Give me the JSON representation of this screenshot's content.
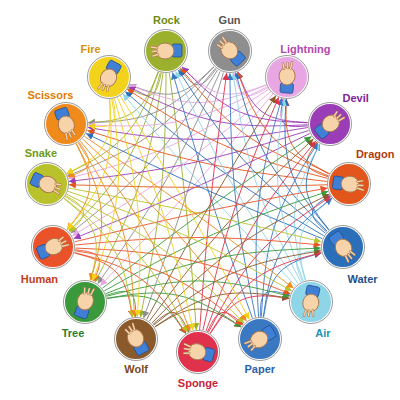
{
  "diagram": {
    "nodes": [
      {
        "text": [
          "Rock"
        ]
      },
      {
        "text": [
          "Gun"
        ]
      },
      {
        "text": [
          "Lightning"
        ]
      },
      {
        "text": [
          "Devil"
        ]
      },
      {
        "text": [
          "Dragon"
        ]
      },
      {
        "text": [
          "Water"
        ]
      },
      {
        "text": [
          "Air"
        ]
      },
      {
        "text": [
          "Paper"
        ]
      },
      {
        "text": [
          "Sponge"
        ]
      },
      {
        "text": [
          "Wolf"
        ]
      },
      {
        "text": [
          "Tree"
        ]
      },
      {
        "text": [
          "Human"
        ]
      },
      {
        "text": [
          "Snake"
        ]
      },
      {
        "text": [
          "Scissors"
        ]
      },
      {
        "text": [
          "Fire"
        ]
      }
    ],
    "edges": [
      {
        "from": 0,
        "to": 14,
        "arrow": "to"
      },
      {
        "from": 0,
        "to": 13,
        "arrow": "to"
      },
      {
        "from": 0,
        "to": 12,
        "arrow": "to"
      },
      {
        "from": 0,
        "to": 11,
        "arrow": "to"
      },
      {
        "from": 0,
        "to": 10,
        "arrow": "to"
      },
      {
        "from": 0,
        "to": 9,
        "arrow": "to"
      },
      {
        "from": 0,
        "to": 8,
        "arrow": "to"
      },
      {
        "from": 1,
        "to": 0,
        "arrow": "to"
      },
      {
        "from": 1,
        "to": 14,
        "arrow": "to"
      },
      {
        "from": 1,
        "to": 13,
        "arrow": "to"
      },
      {
        "from": 1,
        "to": 12,
        "arrow": "to"
      },
      {
        "from": 1,
        "to": 11,
        "arrow": "to"
      },
      {
        "from": 1,
        "to": 10,
        "arrow": "to"
      },
      {
        "from": 1,
        "to": 9,
        "arrow": "to"
      },
      {
        "from": 2,
        "to": 1,
        "arrow": "to"
      },
      {
        "from": 2,
        "to": 0,
        "arrow": "to"
      },
      {
        "from": 2,
        "to": 14,
        "arrow": "to"
      },
      {
        "from": 2,
        "to": 13,
        "arrow": "to"
      },
      {
        "from": 2,
        "to": 12,
        "arrow": "to"
      },
      {
        "from": 2,
        "to": 11,
        "arrow": "to"
      },
      {
        "from": 2,
        "to": 10,
        "arrow": "to"
      },
      {
        "from": 3,
        "to": 2,
        "arrow": "to"
      },
      {
        "from": 3,
        "to": 1,
        "arrow": "to"
      },
      {
        "from": 3,
        "to": 0,
        "arrow": "to"
      },
      {
        "from": 3,
        "to": 14,
        "arrow": "to"
      },
      {
        "from": 3,
        "to": 13,
        "arrow": "to"
      },
      {
        "from": 3,
        "to": 12,
        "arrow": "to"
      },
      {
        "from": 3,
        "to": 11,
        "arrow": "to"
      },
      {
        "from": 4,
        "to": 3,
        "arrow": "to"
      },
      {
        "from": 4,
        "to": 2,
        "arrow": "to"
      },
      {
        "from": 4,
        "to": 1,
        "arrow": "to"
      },
      {
        "from": 4,
        "to": 0,
        "arrow": "to"
      },
      {
        "from": 4,
        "to": 14,
        "arrow": "to"
      },
      {
        "from": 4,
        "to": 13,
        "arrow": "to"
      },
      {
        "from": 4,
        "to": 12,
        "arrow": "to"
      },
      {
        "from": 5,
        "to": 4,
        "arrow": "to"
      },
      {
        "from": 5,
        "to": 3,
        "arrow": "to"
      },
      {
        "from": 5,
        "to": 2,
        "arrow": "to"
      },
      {
        "from": 5,
        "to": 1,
        "arrow": "to"
      },
      {
        "from": 5,
        "to": 0,
        "arrow": "to"
      },
      {
        "from": 5,
        "to": 14,
        "arrow": "to"
      },
      {
        "from": 5,
        "to": 13,
        "arrow": "to"
      },
      {
        "from": 6,
        "to": 5,
        "arrow": "to"
      },
      {
        "from": 6,
        "to": 4,
        "arrow": "to"
      },
      {
        "from": 6,
        "to": 3,
        "arrow": "to"
      },
      {
        "from": 6,
        "to": 2,
        "arrow": "to"
      },
      {
        "from": 6,
        "to": 1,
        "arrow": "to"
      },
      {
        "from": 6,
        "to": 0,
        "arrow": "to"
      },
      {
        "from": 6,
        "to": 14,
        "arrow": "to"
      },
      {
        "from": 7,
        "to": 6,
        "arrow": "to"
      },
      {
        "from": 7,
        "to": 5,
        "arrow": "to"
      },
      {
        "from": 7,
        "to": 4,
        "arrow": "to"
      },
      {
        "from": 7,
        "to": 3,
        "arrow": "to"
      },
      {
        "from": 7,
        "to": 2,
        "arrow": "to"
      },
      {
        "from": 7,
        "to": 1,
        "arrow": "to"
      },
      {
        "from": 7,
        "to": 0,
        "arrow": "to"
      },
      {
        "from": 8,
        "to": 7,
        "arrow": "to"
      },
      {
        "from": 8,
        "to": 6,
        "arrow": "to"
      },
      {
        "from": 8,
        "to": 5,
        "arrow": "to"
      },
      {
        "from": 8,
        "to": 4,
        "arrow": "to"
      },
      {
        "from": 8,
        "to": 3,
        "arrow": "to"
      },
      {
        "from": 8,
        "to": 2,
        "arrow": "to"
      },
      {
        "from": 8,
        "to": 1,
        "arrow": "to"
      },
      {
        "from": 9,
        "to": 8,
        "arrow": "to"
      },
      {
        "from": 9,
        "to": 7,
        "arrow": "to"
      },
      {
        "from": 9,
        "to": 6,
        "arrow": "to"
      },
      {
        "from": 9,
        "to": 5,
        "arrow": "to"
      },
      {
        "from": 9,
        "to": 4,
        "arrow": "to"
      },
      {
        "from": 9,
        "to": 3,
        "arrow": "to"
      },
      {
        "from": 9,
        "to": 2,
        "arrow": "to"
      },
      {
        "from": 10,
        "to": 9,
        "arrow": "to"
      },
      {
        "from": 10,
        "to": 8,
        "arrow": "to"
      },
      {
        "from": 10,
        "to": 7,
        "arrow": "to"
      },
      {
        "from": 10,
        "to": 6,
        "arrow": "to"
      },
      {
        "from": 10,
        "to": 5,
        "arrow": "to"
      },
      {
        "from": 10,
        "to": 4,
        "arrow": "to"
      },
      {
        "from": 10,
        "to": 3,
        "arrow": "to"
      },
      {
        "from": 11,
        "to": 10,
        "arrow": "to"
      },
      {
        "from": 11,
        "to": 9,
        "arrow": "to"
      },
      {
        "from": 11,
        "to": 8,
        "arrow": "to"
      },
      {
        "from": 11,
        "to": 7,
        "arrow": "to"
      },
      {
        "from": 11,
        "to": 6,
        "arrow": "to"
      },
      {
        "from": 11,
        "to": 5,
        "arrow": "to"
      },
      {
        "from": 11,
        "to": 4,
        "arrow": "to"
      },
      {
        "from": 12,
        "to": 11,
        "arrow": "to"
      },
      {
        "from": 12,
        "to": 10,
        "arrow": "to"
      },
      {
        "from": 12,
        "to": 9,
        "arrow": "to"
      },
      {
        "from": 12,
        "to": 8,
        "arrow": "to"
      },
      {
        "from": 12,
        "to": 7,
        "arrow": "to"
      },
      {
        "from": 12,
        "to": 6,
        "arrow": "to"
      },
      {
        "from": 12,
        "to": 5,
        "arrow": "to"
      },
      {
        "from": 13,
        "to": 12,
        "arrow": "to"
      },
      {
        "from": 13,
        "to": 11,
        "arrow": "to"
      },
      {
        "from": 13,
        "to": 10,
        "arrow": "to"
      },
      {
        "from": 13,
        "to": 9,
        "arrow": "to"
      },
      {
        "from": 13,
        "to": 8,
        "arrow": "to"
      },
      {
        "from": 13,
        "to": 7,
        "arrow": "to"
      },
      {
        "from": 13,
        "to": 6,
        "arrow": "to"
      },
      {
        "from": 14,
        "to": 13,
        "arrow": "to"
      },
      {
        "from": 14,
        "to": 12,
        "arrow": "to"
      },
      {
        "from": 14,
        "to": 11,
        "arrow": "to"
      },
      {
        "from": 14,
        "to": 10,
        "arrow": "to"
      },
      {
        "from": 14,
        "to": 9,
        "arrow": "to"
      },
      {
        "from": 14,
        "to": 8,
        "arrow": "to"
      },
      {
        "from": 14,
        "to": 7,
        "arrow": "to"
      }
    ]
  }
}
